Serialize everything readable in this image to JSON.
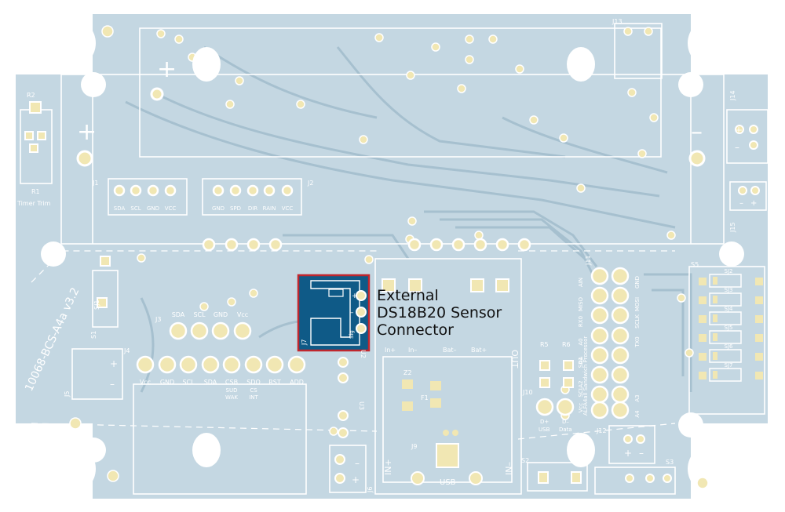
{
  "colors": {
    "board": "#c4d7e2",
    "trace": "#a6c0cf",
    "silkscreen": "#ffffff",
    "pad": "#f1e7b3",
    "pad_ring": "#ffffff",
    "highlight_fill": "#0f5a87",
    "highlight_border": "#c0262d",
    "callout_text": "#111111"
  },
  "board": {
    "revision_label": "10068-BCS-A4a v3.2",
    "plus_sign": "+",
    "minus_sign": "–"
  },
  "refdes": {
    "r2": "R2",
    "r1": "R1",
    "timer_trim": "Timer Trim",
    "j1": "J1",
    "j2": "J2",
    "j3": "J3",
    "j4": "J4",
    "j5": "J5",
    "j6": "J6",
    "j7": "J7",
    "j9": "J9",
    "j10": "J10",
    "j11": "J11",
    "j12": "J12",
    "j13": "J13",
    "j14": "J14",
    "j15": "J15",
    "sj1": "SJ1",
    "s1": "S1",
    "s2": "S2",
    "s3": "S3",
    "s5": "S5",
    "z2": "Z2",
    "f1": "F1",
    "r5": "R5",
    "r6": "R6",
    "u2": "U2",
    "u3": "U3"
  },
  "pin_labels": {
    "j1": [
      "SDA",
      "SCL",
      "GND",
      "VCC"
    ],
    "j2": [
      "GND",
      "SPD",
      "DIR",
      "RAIN",
      "VCC"
    ],
    "j3": [
      "SDA",
      "SCL",
      "GND",
      "Vcc"
    ],
    "j4": [
      "Vcc",
      "GND",
      "SCL",
      "SDA",
      "CSB",
      "SDO",
      "RST",
      "ADD"
    ],
    "j4_sub": [
      "SUD",
      "CS",
      "WAK",
      "INT"
    ],
    "j9": [
      "In+",
      "In–",
      "Bat–",
      "Bat+"
    ],
    "j9_vertical": [
      "IN+",
      "IN–",
      "USB",
      "OUT"
    ],
    "j10": [
      "D+",
      "D–",
      "USB",
      "Data"
    ],
    "j11_top": [
      "AIN",
      "MISO",
      "RX0",
      "A0",
      "SDA",
      "A2",
      "A1",
      "SCL",
      "Vcc"
    ],
    "j11_bottom": [
      "GND",
      "MOSI",
      "SCLK",
      "TX0",
      "A3",
      "A4"
    ],
    "processor_label": "ALFA4all Sandwich Processor",
    "j7_pins": [
      "+",
      "–",
      "Sig"
    ],
    "sj_labels": [
      "SJ2",
      "SJ3",
      "SJ4",
      "SJ5",
      "SJ6",
      "SJ7"
    ]
  },
  "callout": {
    "line1": "External",
    "line2": "DS18B20 Sensor",
    "line3": "Connector"
  }
}
